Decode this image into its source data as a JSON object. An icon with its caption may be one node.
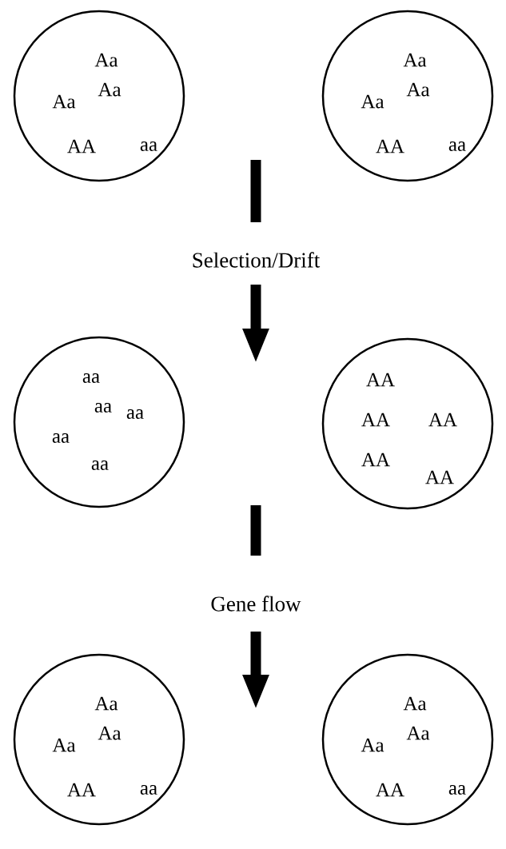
{
  "diagram": {
    "nodes": [
      {
        "text": [
          "Aa",
          "Aa",
          "Aa",
          "AA",
          "aa"
        ]
      },
      {
        "text": [
          "Aa",
          "Aa",
          "Aa",
          "AA",
          "aa"
        ]
      },
      {
        "text": [
          "aa",
          "aa",
          "aa",
          "aa",
          "aa"
        ]
      },
      {
        "text": [
          "AA",
          "AA",
          "AA",
          "AA",
          "AA"
        ]
      },
      {
        "text": [
          "Aa",
          "Aa",
          "Aa",
          "AA",
          "aa"
        ]
      },
      {
        "text": [
          "Aa",
          "Aa",
          "Aa",
          "AA",
          "aa"
        ]
      }
    ],
    "labels": [
      "Selection/Drift",
      "Gene flow"
    ]
  }
}
